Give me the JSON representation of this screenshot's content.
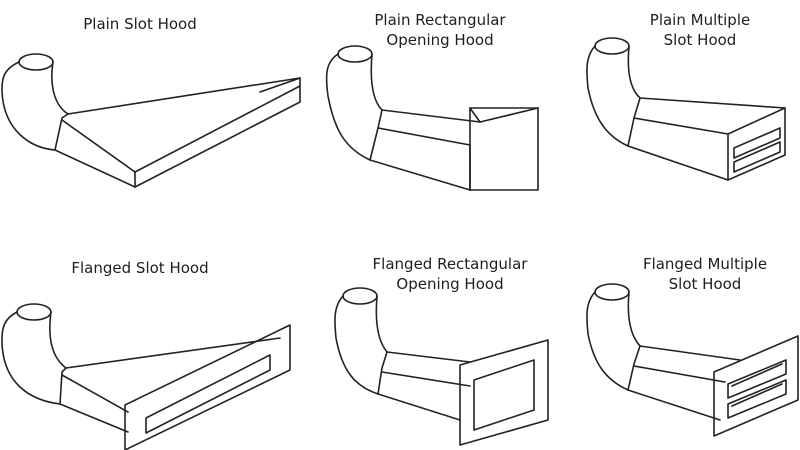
{
  "hoods": [
    {
      "title_line1": "Plain Slot Hood",
      "title_line2": ""
    },
    {
      "title_line1": "Plain Rectangular",
      "title_line2": "Opening Hood"
    },
    {
      "title_line1": "Plain Multiple",
      "title_line2": "Slot Hood"
    },
    {
      "title_line1": "Flanged Slot Hood",
      "title_line2": ""
    },
    {
      "title_line1": "Flanged Rectangular",
      "title_line2": "Opening Hood"
    },
    {
      "title_line1": "Flanged Multiple",
      "title_line2": "Slot Hood"
    }
  ]
}
